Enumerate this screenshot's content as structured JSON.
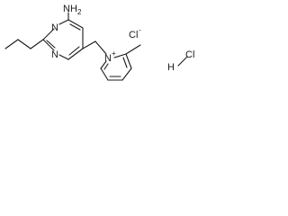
{
  "molecule": {
    "atoms": {
      "amine": "NH2",
      "amine_n": "N",
      "amine_h": "H",
      "amine_sub": "2",
      "ring_n_top": "N",
      "ring_n_bottom": "N",
      "pyridinium_n": "N",
      "pyridinium_charge": "+",
      "chloride": "Cl",
      "chloride_charge": "-",
      "hcl_h": "H",
      "hcl_cl": "Cl"
    }
  }
}
